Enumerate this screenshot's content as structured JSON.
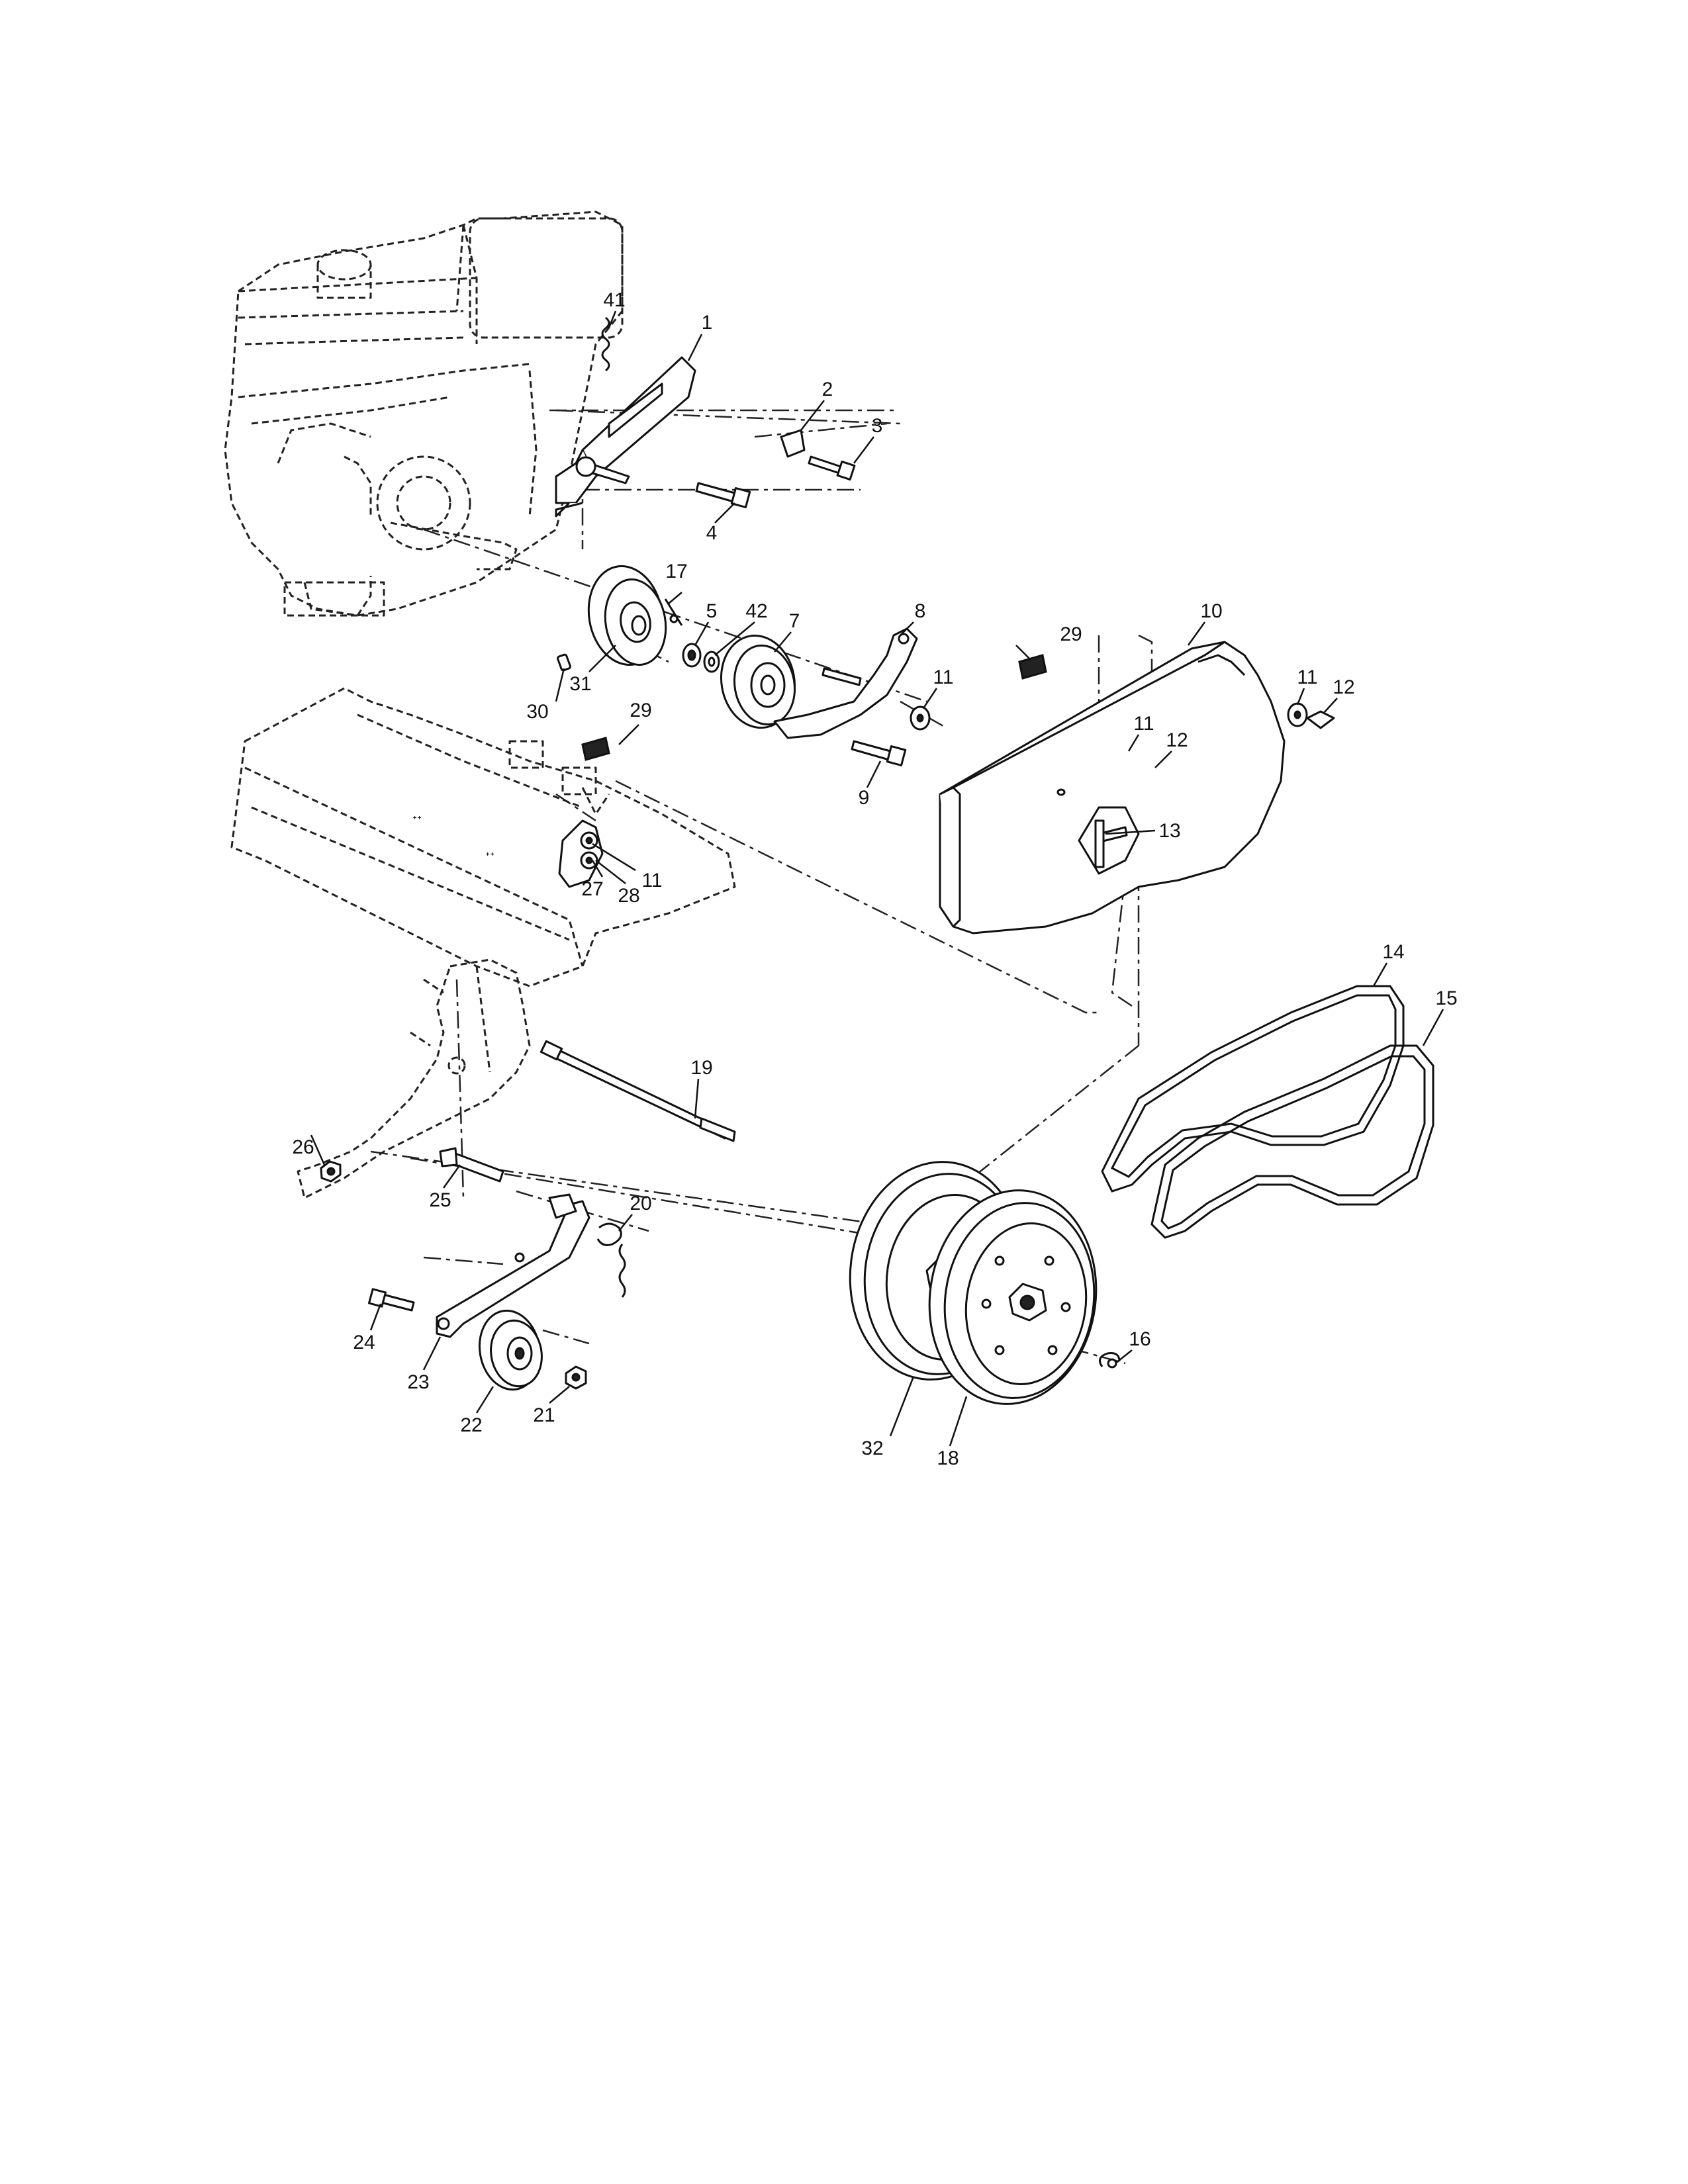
{
  "callouts": [
    {
      "id": "p1",
      "label": "1"
    },
    {
      "id": "p2",
      "label": "2"
    },
    {
      "id": "p3",
      "label": "3"
    },
    {
      "id": "p4",
      "label": "4"
    },
    {
      "id": "p5",
      "label": "5"
    },
    {
      "id": "p7",
      "label": "7"
    },
    {
      "id": "p8",
      "label": "8"
    },
    {
      "id": "p9",
      "label": "9"
    },
    {
      "id": "p10",
      "label": "10"
    },
    {
      "id": "p11a",
      "label": "11"
    },
    {
      "id": "p11b",
      "label": "11"
    },
    {
      "id": "p11c",
      "label": "11"
    },
    {
      "id": "p11d",
      "label": "11"
    },
    {
      "id": "p12a",
      "label": "12"
    },
    {
      "id": "p12b",
      "label": "12"
    },
    {
      "id": "p13",
      "label": "13"
    },
    {
      "id": "p14",
      "label": "14"
    },
    {
      "id": "p15",
      "label": "15"
    },
    {
      "id": "p16",
      "label": "16"
    },
    {
      "id": "p17",
      "label": "17"
    },
    {
      "id": "p18",
      "label": "18"
    },
    {
      "id": "p19",
      "label": "19"
    },
    {
      "id": "p20",
      "label": "20"
    },
    {
      "id": "p21",
      "label": "21"
    },
    {
      "id": "p22",
      "label": "22"
    },
    {
      "id": "p23",
      "label": "23"
    },
    {
      "id": "p24",
      "label": "24"
    },
    {
      "id": "p25",
      "label": "25"
    },
    {
      "id": "p26",
      "label": "26"
    },
    {
      "id": "p27",
      "label": "27"
    },
    {
      "id": "p28",
      "label": "28"
    },
    {
      "id": "p29a",
      "label": "29"
    },
    {
      "id": "p29b",
      "label": "29"
    },
    {
      "id": "p30",
      "label": "30"
    },
    {
      "id": "p31",
      "label": "31"
    },
    {
      "id": "p32",
      "label": "32"
    },
    {
      "id": "p41",
      "label": "41"
    },
    {
      "id": "p42",
      "label": "42"
    }
  ]
}
